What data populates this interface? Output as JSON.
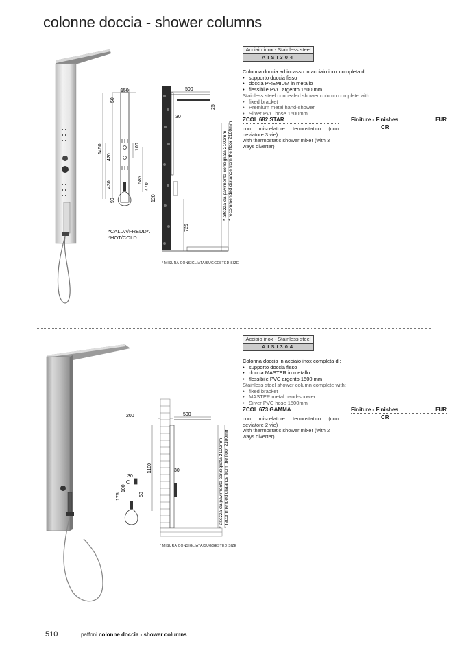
{
  "page": {
    "title": "colonne doccia - shower columns",
    "page_number": "510",
    "footer_brand": "paffoni",
    "footer_title": "colonne doccia - shower columns"
  },
  "products": [
    {
      "material_top": "Acciaio inox - Stainless steel",
      "material_bottom": "AISI304",
      "desc_it_title": "Colonna doccia ad incasso in acciaio inox completa di:",
      "desc_it_items": [
        "supporto doccia fisso",
        "doccia PREMIUM in metallo",
        "flessibile PVC argento 1500 mm"
      ],
      "desc_en_title": "Stainless steel concealed shower column complete with:",
      "desc_en_items": [
        "fixed bracket",
        "Premium metal hand-shower",
        "Silver PVC hose 1500mm"
      ],
      "code": "ZCOL 682  STAR",
      "finishes_label": "Finiture - Finishes",
      "currency": "EUR",
      "model_desc_it": "con miscelatore termostatico (con deviatore 3 vie)",
      "model_desc_it_line1": "con  miscelatore  termostatico  (con",
      "model_desc_it_line2": "deviatore 3 vie)",
      "model_desc_en_line1": "with thermostatic shower mixer (with 3",
      "model_desc_en_line2": "ways diverter)",
      "finish": "CR",
      "drawing": {
        "dims": [
          "150",
          "50",
          "1450",
          "420",
          "430",
          "90",
          "100",
          "585",
          "470",
          "120",
          "500",
          "25",
          "30",
          "725"
        ],
        "note_hot_cold_1": "*CALDA/FREDDA",
        "note_hot_cold_2": "*HOT/COLD",
        "height_note_it": "* altezza da pavimento consigliata 2100mm",
        "height_note_en": "* recommended distance from the floor 2100mm",
        "suggested": "*  MISURA  CONSIGLIATA/SUGGESTED  SIZE"
      }
    },
    {
      "material_top": "Acciaio inox - Stainless steel",
      "material_bottom": "AISI304",
      "desc_it_title": "Colonna doccia in acciaio inox completa di:",
      "desc_it_items": [
        "supporto doccia fisso",
        "doccia MASTER in metallo",
        "flessibile PVC argento 1500 mm"
      ],
      "desc_en_title": "Stainless steel shower column complete with:",
      "desc_en_items": [
        "fixed bracket",
        "MASTER metal hand-shower",
        "Silver PVC hose 1500mm"
      ],
      "code": "ZCOL 673  GAMMA",
      "finishes_label": "Finiture - Finishes",
      "currency": "EUR",
      "model_desc_it_line1": "con  miscelatore  termostatico  (con",
      "model_desc_it_line2": "deviatore 2 vie)",
      "model_desc_en_line1": "with thermostatic shower mixer (with 2",
      "model_desc_en_line2": "ways diverter)",
      "finish": "CR",
      "drawing": {
        "dims": [
          "200",
          "1100",
          "30",
          "175",
          "100",
          "50",
          "500",
          "30"
        ],
        "height_note_it": "* altezza da pavimento consigliata 2100mm",
        "height_note_en": "* recommended distance from the floor 2100mm",
        "suggested": "*  MISURA  CONSIGLIATA/SUGGESTED  SIZE"
      }
    }
  ]
}
